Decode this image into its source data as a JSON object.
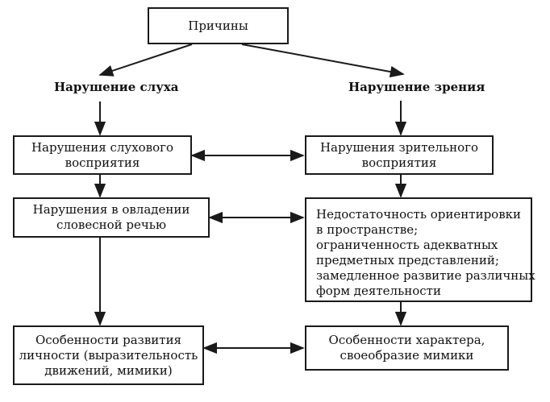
{
  "root": {
    "label": "Причины"
  },
  "left": {
    "heading": "Нарушение слуха",
    "box1": [
      "Нарушения слухового",
      "восприятия"
    ],
    "box2": [
      "Нарушения в овладении",
      "словесной речью"
    ],
    "box3": [
      "Особенности развития",
      "личности (выразительность",
      "движений, мимики)"
    ]
  },
  "right": {
    "heading": "Нарушение зрения",
    "box1": [
      "Нарушения зрительного",
      "восприятия"
    ],
    "box2": [
      "Недостаточность ориентировки",
      "в пространстве;",
      "ограниченность адекватных",
      "предметных представлений;",
      "замедленное развитие различных",
      "форм деятельности"
    ],
    "box3": [
      "Особенности характера,",
      "своеобразие мимики"
    ]
  }
}
